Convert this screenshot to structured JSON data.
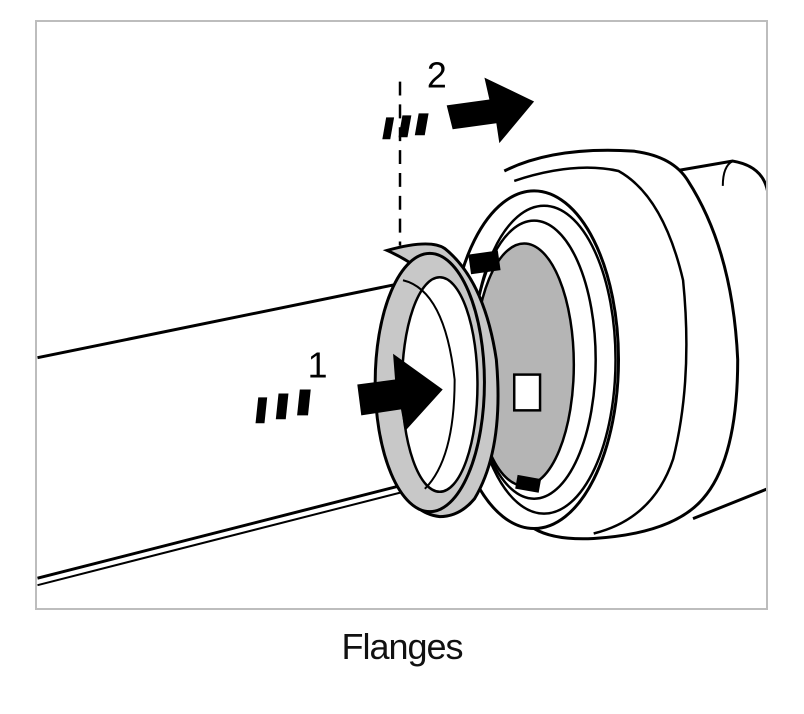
{
  "caption": "Flanges",
  "step_labels": {
    "step1": "1",
    "step2": "2"
  },
  "colors": {
    "frame_border": "#bdbdbd",
    "flange_fill": "#c8c8c8",
    "inner_fill": "#b5b5b5",
    "line": "#000000"
  }
}
